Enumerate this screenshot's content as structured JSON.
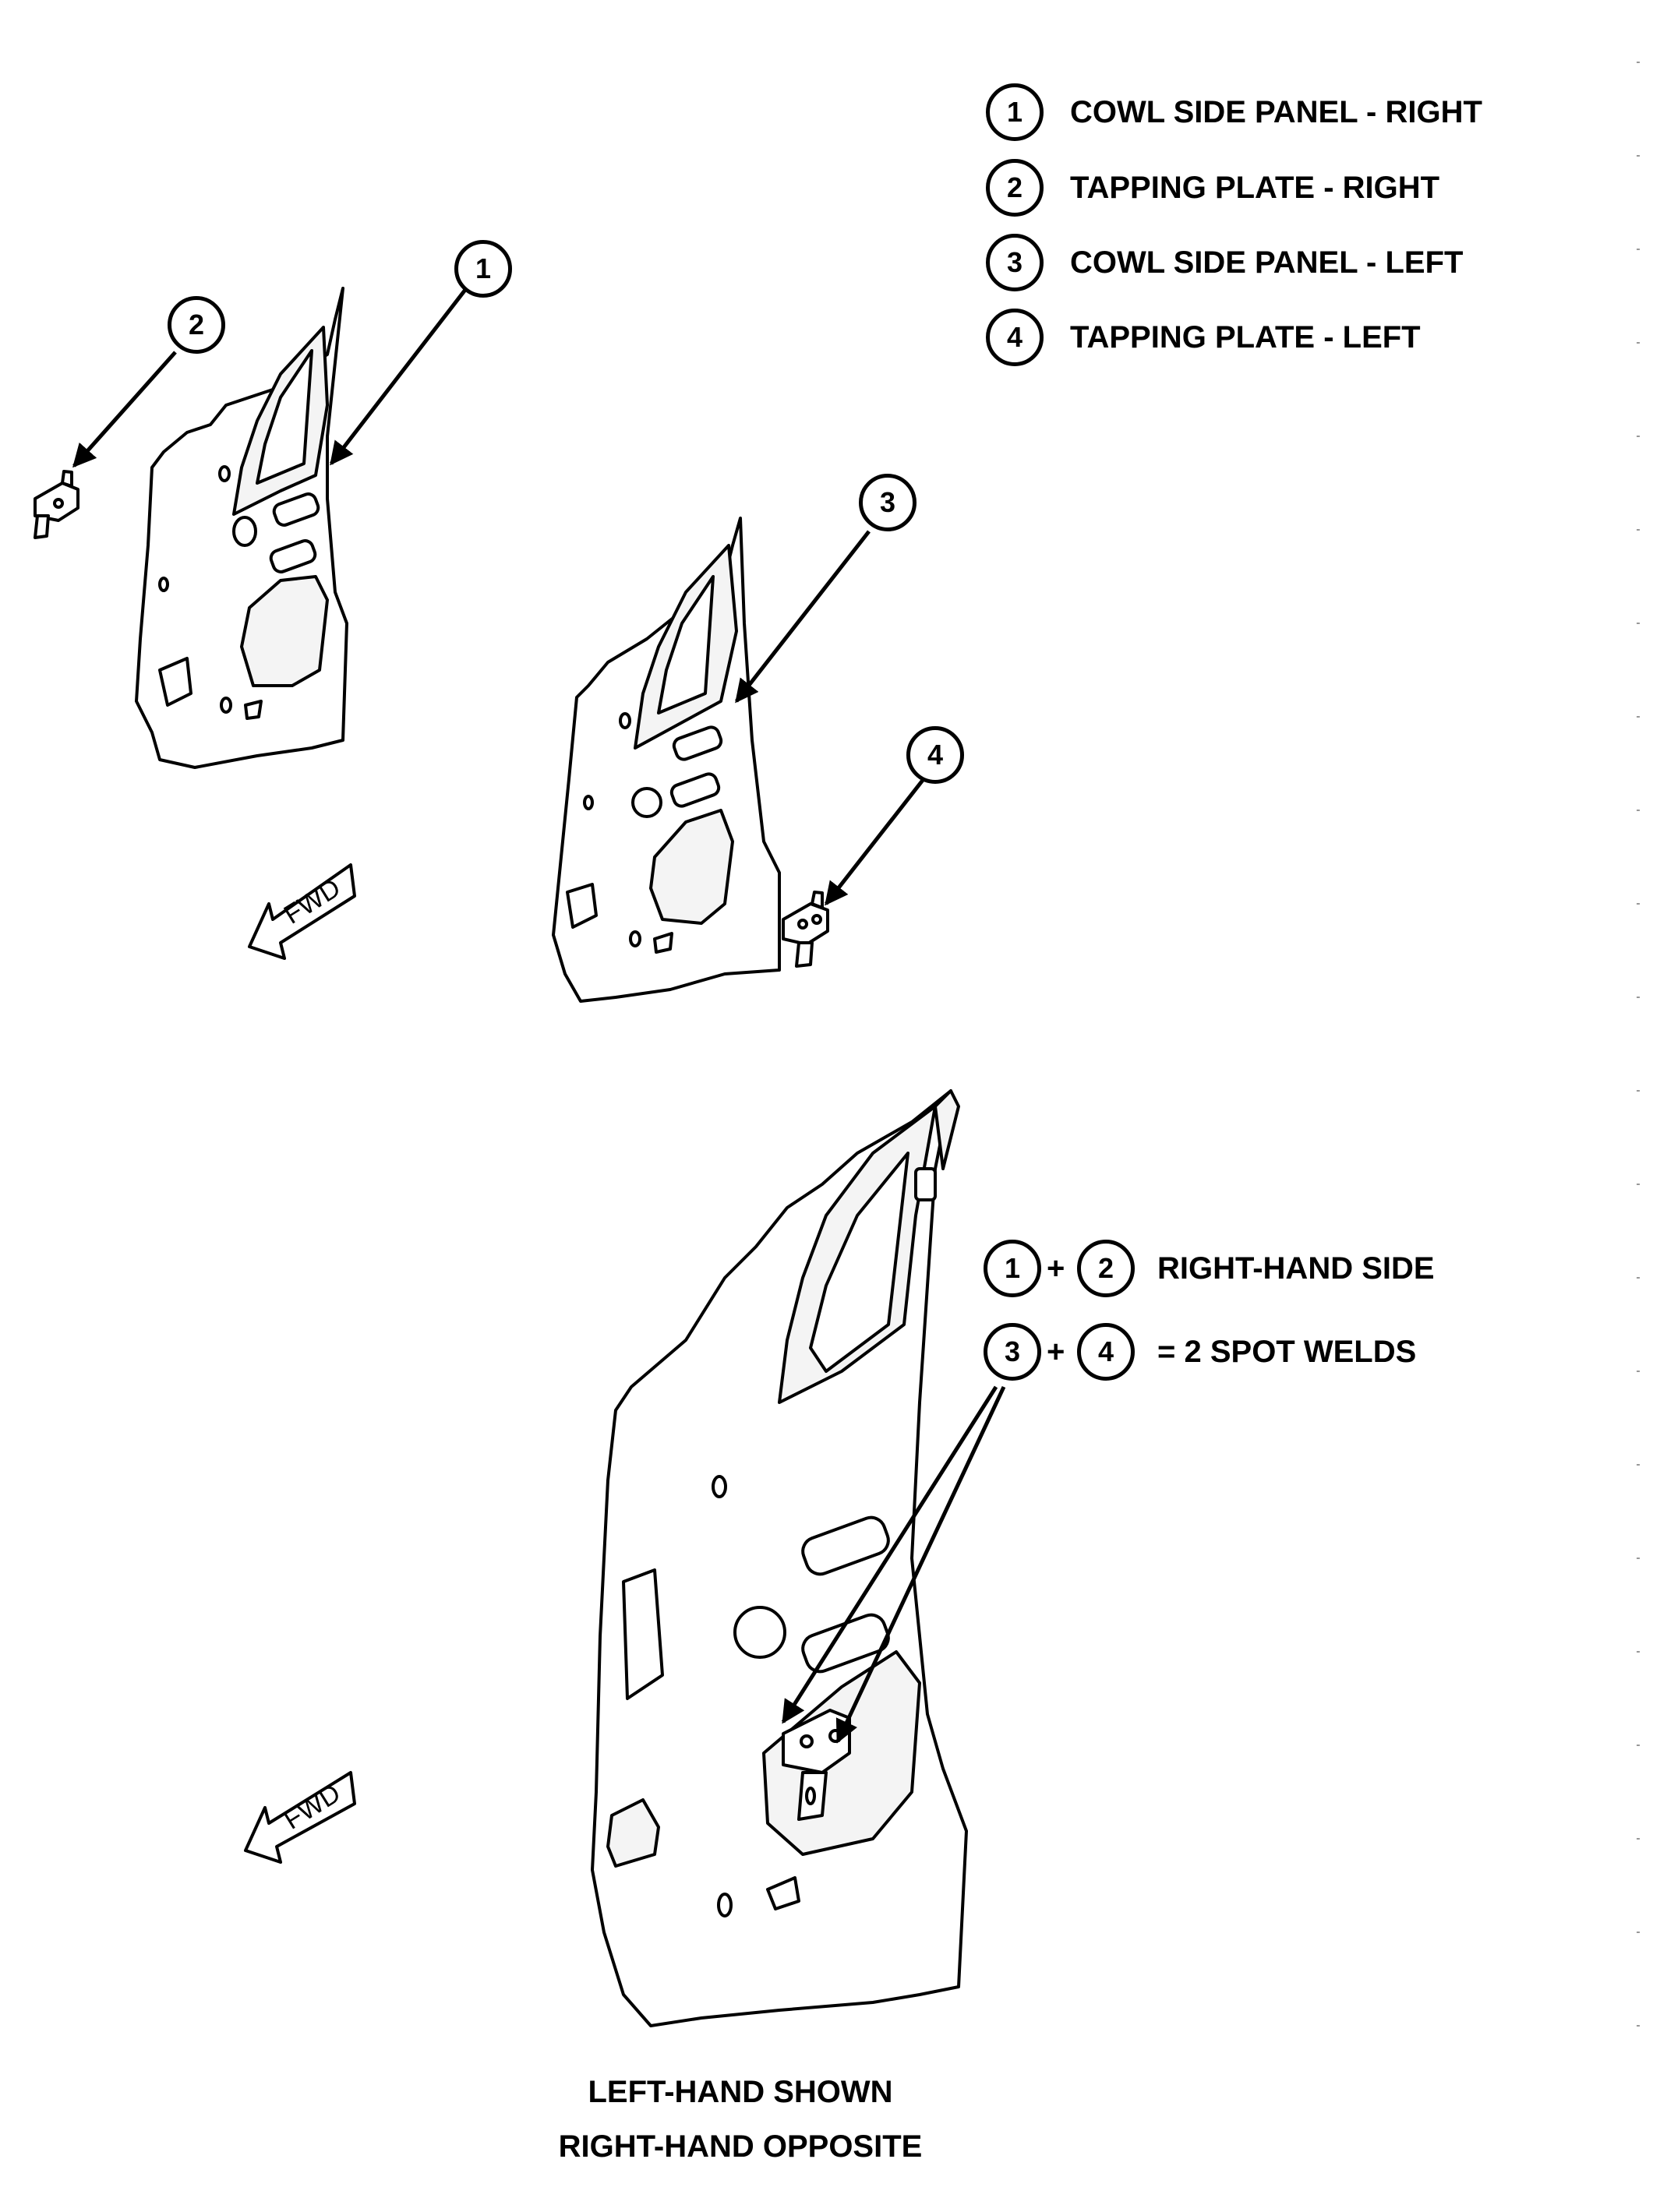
{
  "legend": [
    {
      "num": "1",
      "text": "COWL SIDE PANEL - RIGHT"
    },
    {
      "num": "2",
      "text": "TAPPING PLATE - RIGHT"
    },
    {
      "num": "3",
      "text": "COWL SIDE PANEL - LEFT"
    },
    {
      "num": "4",
      "text": "TAPPING PLATE - LEFT"
    }
  ],
  "callouts": {
    "c1": "1",
    "c2": "2",
    "c3": "3",
    "c4": "4"
  },
  "fwd_label": "FWD",
  "weld_note": {
    "row1": {
      "a": "1",
      "b": "2",
      "plus": "+",
      "text": "RIGHT-HAND SIDE"
    },
    "row2": {
      "a": "3",
      "b": "4",
      "plus": "+",
      "text": "= 2 SPOT WELDS"
    }
  },
  "caption": {
    "line1": "LEFT-HAND SHOWN",
    "line2": "RIGHT-HAND OPPOSITE"
  }
}
